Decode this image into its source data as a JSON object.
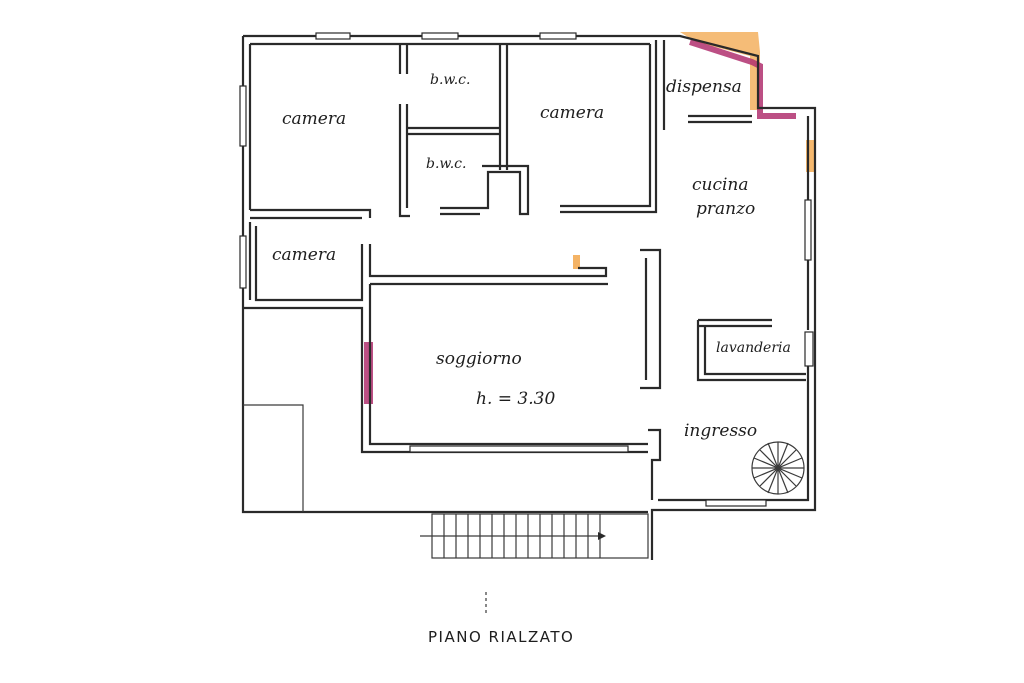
{
  "plan": {
    "title": "PIANO RIALZATO",
    "rooms": {
      "camera_top_left": "camera",
      "bwc_top": "b.w.c.",
      "bwc_lower": "b.w.c.",
      "camera_top_middle": "camera",
      "dispensa": "dispensa",
      "cucina": "cucina",
      "pranzo": "pranzo",
      "camera_left": "camera",
      "lavanderia": "lavanderia",
      "soggiorno": "soggiorno",
      "height": "h. = 3.30",
      "ingresso": "ingresso"
    },
    "highlight_colors": {
      "magenta": "#b0306e",
      "orange": "#f2a64a"
    }
  }
}
